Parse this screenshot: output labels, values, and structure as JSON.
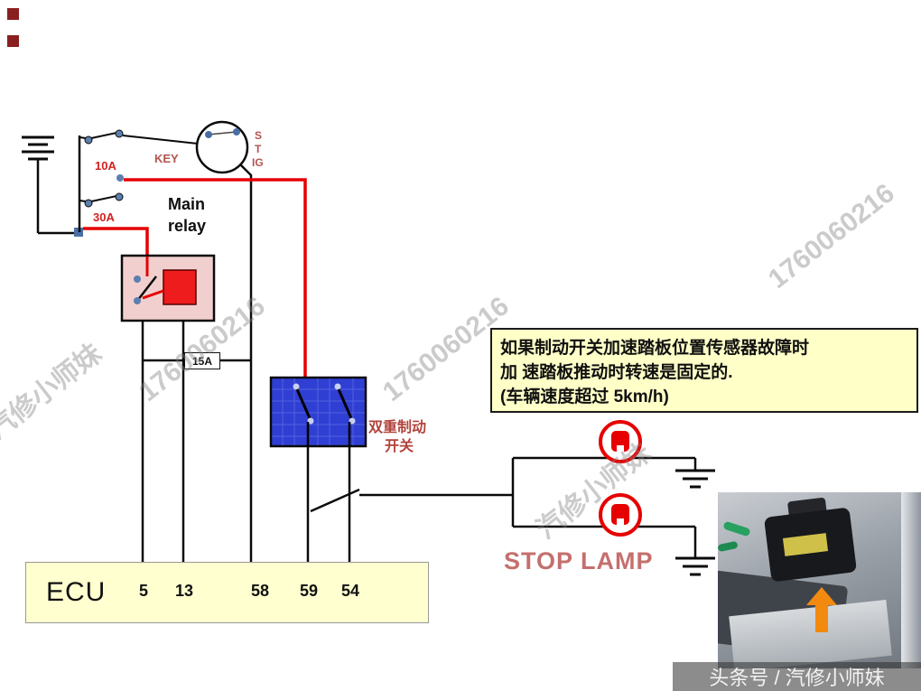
{
  "colors": {
    "wire_red": "#e60000",
    "fuse_label_red": "#d42020",
    "key_label_red": "#b2554f",
    "switch_label_red": "#b2433c",
    "stop_lamp_text": "#c4706e",
    "relay_coil_red": "#ee1c1c",
    "brake_switch_blue": "#2f3fd3",
    "note_box_yellow": "#ffffc8",
    "ecu_box_yellow": "#ffffd0",
    "arrow_orange": "#f28a10"
  },
  "labels": {
    "fuse_10a": "10A",
    "fuse_30a": "30A",
    "fuse_15a": "15A",
    "key": "KEY",
    "key_terminal_s": "S",
    "key_terminal_t": "T",
    "key_terminal_ig": "IG",
    "main_relay_line1": "Main",
    "main_relay_line2": "relay",
    "dual_brake_switch_line1": "双重制动",
    "dual_brake_switch_line2": "开关",
    "stop_lamp": "STOP LAMP",
    "ecu": "ECU"
  },
  "ecu_pins": [
    "5",
    "13",
    "58",
    "59",
    "54"
  ],
  "note_box": {
    "lines": [
      "如果制动开关加速踏板位置传感器故障时",
      "加 速踏板推动时转速是固定的.",
      "(车辆速度超过 5km/h)"
    ]
  },
  "watermarks": {
    "diagonal": [
      "汽修小师妹",
      "1760060216",
      "1760060216",
      "1760060216",
      "汽修小师妹"
    ],
    "footer": "头条号 / 汽修小师妹"
  }
}
